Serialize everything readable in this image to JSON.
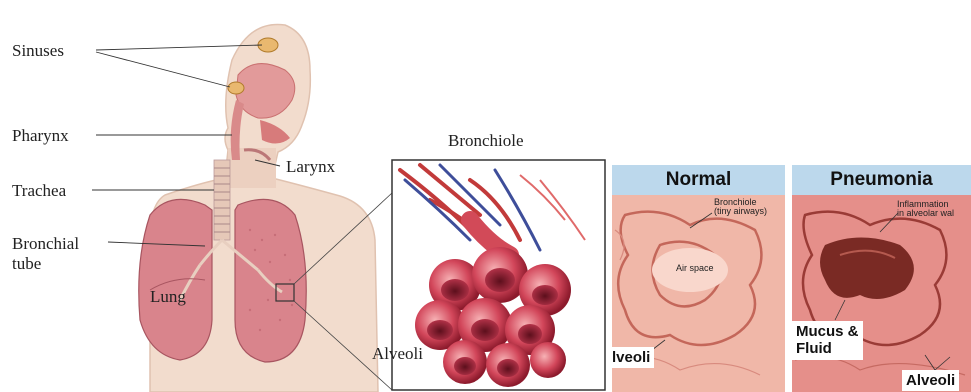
{
  "diagram": {
    "respiratory_labels": {
      "sinuses": "Sinuses",
      "pharynx": "Pharynx",
      "larynx": "Larynx",
      "trachea": "Trachea",
      "bronchial_tube": "Bronchial\ntube",
      "lung": "Lung"
    },
    "zoom_labels": {
      "bronchiole": "Bronchiole",
      "alveoli": "Alveoli"
    },
    "normal_panel": {
      "title": "Normal",
      "bronchiole_note": "Bronchiole\n(tiny airways)",
      "air_space": "Air space",
      "alveoli": "lveoli"
    },
    "pneumonia_panel": {
      "title": "Pneumonia",
      "inflammation_note": "Inflammation\nin alveolar wal",
      "mucus": "Mucus &\nFluid",
      "alveoli": "Alveoli"
    },
    "colors": {
      "skin": "#f2dccd",
      "lung": "#d9848c",
      "tissue_normal": "#f0b7a8",
      "tissue_pneumonia": "#e58f8a",
      "panel_header": "#bcd8ec"
    }
  }
}
